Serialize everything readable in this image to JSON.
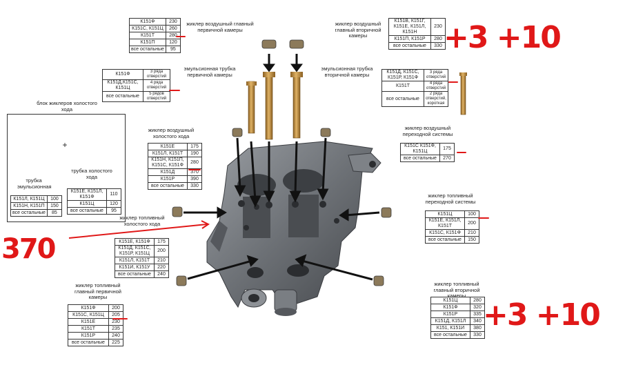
{
  "air_main_primary": {
    "label": "жиклер воздушный главный первичной камеры",
    "rows": [
      [
        "К151Ф",
        "230"
      ],
      [
        "К151С, К151Ц",
        "260"
      ],
      [
        "К151Т",
        "280"
      ],
      [
        "К151П",
        "120"
      ],
      [
        "все остальные",
        "95"
      ]
    ]
  },
  "air_main_secondary": {
    "label": "жиклер воздушный главный вторичной камеры",
    "rows": [
      [
        "К151В, К151Г, К151Е, К151Л, К151Н",
        "230"
      ],
      [
        "К151П, К151Р",
        "280"
      ],
      [
        "все остальные",
        "330"
      ]
    ]
  },
  "emul_tube_primary": {
    "label": "эмульсионная трубка первичной камеры",
    "rows": [
      [
        "К151Ф",
        "3 ряда отверстий"
      ],
      [
        "К151Д,К151С, К151Ц",
        "4 ряда отверстий"
      ],
      [
        "все остальные",
        "5 рядов отверстий"
      ]
    ]
  },
  "emul_tube_secondary": {
    "label": "эмульсионная трубка вторичной камеры",
    "rows": [
      [
        "К151Д, К151С, К151Р, К151Ф",
        "3 ряда отверстий"
      ],
      [
        "К151Т",
        "4 ряда отверстий"
      ],
      [
        "все остальные",
        "2 ряда отверстий, короткая"
      ]
    ]
  },
  "idle_block": {
    "title": "блок жиклеров холостого хода",
    "emulsion_label": "трубка эмульсионная",
    "idle_tube_label": "трубка холостого хода",
    "plus": "+",
    "left_rows": [
      [
        "К151Л, К151Ц",
        "100"
      ],
      [
        "К151Н, К151П",
        "150"
      ],
      [
        "все остальные",
        "85"
      ]
    ],
    "right_rows": [
      [
        "К151Е, К151Л, К151Ф",
        "110"
      ],
      [
        "К151Ц",
        "120"
      ],
      [
        "все остальные",
        "95"
      ]
    ]
  },
  "air_idle": {
    "label": "жиклер воздушный холостого хода",
    "rows": [
      [
        "К151Е",
        "175"
      ],
      [
        "К151Л, К151Т",
        "190"
      ],
      [
        "К151Н, К151П, К151С, К151Ф",
        "280"
      ],
      [
        "К151Д",
        "370"
      ],
      [
        "К151Р",
        "390"
      ],
      [
        "все остальные",
        "330"
      ]
    ]
  },
  "air_transition": {
    "label": "жиклер воздушный переходной системы",
    "rows": [
      [
        "К151С К151Ф, К151Ц",
        "175"
      ],
      [
        "все остальные",
        "270"
      ]
    ]
  },
  "fuel_transition": {
    "label": "жиклер топливный переходной системы",
    "rows": [
      [
        "К151Ц",
        "100"
      ],
      [
        "К151Е, К151Л, К151Т",
        "200"
      ],
      [
        "К151С, К151Ф",
        "210"
      ],
      [
        "все остальные",
        "150"
      ]
    ]
  },
  "fuel_idle": {
    "label": "жиклер топливный холостого хода",
    "rows": [
      [
        "К151Е, К151Ф",
        "175"
      ],
      [
        "К151Д, К151С, К151Р, К151Ц",
        "200"
      ],
      [
        "К151Л, К151Т",
        "210"
      ],
      [
        "К151И, К151У",
        "220"
      ],
      [
        "все остальные",
        "240"
      ]
    ]
  },
  "fuel_main_primary": {
    "label": "жиклер топливный главный первичной камеры",
    "rows": [
      [
        "К151Ф",
        "200"
      ],
      [
        "К151С, К151Ц",
        "205"
      ],
      [
        "К151Е",
        "230"
      ],
      [
        "К151Т",
        "235"
      ],
      [
        "К151Р",
        "240"
      ],
      [
        "все остальные",
        "225"
      ]
    ]
  },
  "fuel_main_secondary": {
    "label": "жиклер топливный главный вторичной камеры",
    "rows": [
      [
        "К151Ц",
        "280"
      ],
      [
        "К151Ф",
        "320"
      ],
      [
        "К151Р",
        "335"
      ],
      [
        "К151Д, К151Л",
        "340"
      ],
      [
        "К151, К151И",
        "380"
      ],
      [
        "все остальные",
        "330"
      ]
    ]
  },
  "annotations": {
    "top_right": "+3 +10",
    "left": "370",
    "bottom_right": "+3 +10"
  },
  "colors": {
    "annotation": "#e01818",
    "brass": "#c89a4a",
    "body": "#6f7378"
  }
}
